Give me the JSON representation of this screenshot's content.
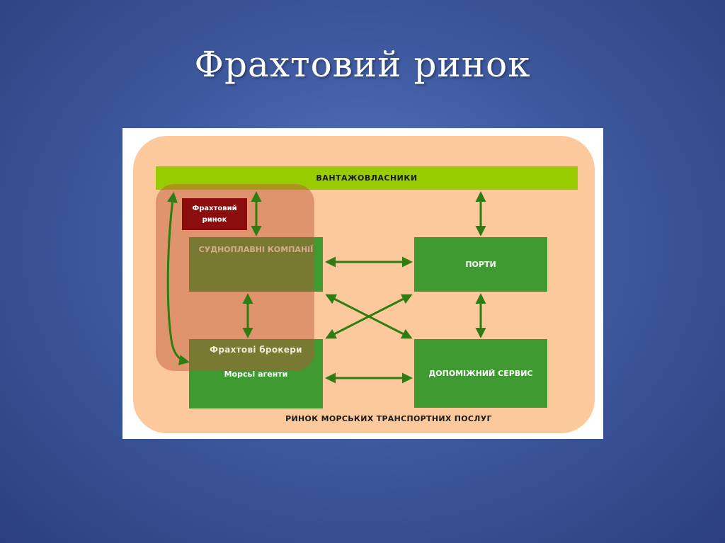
{
  "slide": {
    "title": "Фрахтовий ринок"
  },
  "diagram": {
    "owners_label": "ВАНТАЖОВЛАСНИКИ",
    "freight_market_label": "Фрахтовий ринок",
    "shipping_companies_label": "СУДНОПЛАВНІ КОМПАНІЇ",
    "ports_label": "ПОРТИ",
    "brokers_label": "Фрахтові брокери",
    "agents_label": "Морсьі агенти",
    "service_label": "ДОПОМІЖНИЙ СЕРВИС",
    "footer_label": "РИНОК МОРСЬКИХ ТРАНСПОРТНИХ ПОСЛУГ"
  },
  "colors": {
    "background": "#3f5aa0",
    "market_area": "#fbc99b",
    "owners_bar": "#99cc00",
    "boxes": "#3f9a32",
    "freight_label": "#8b0d0d",
    "arrows": "#2e7d13"
  }
}
